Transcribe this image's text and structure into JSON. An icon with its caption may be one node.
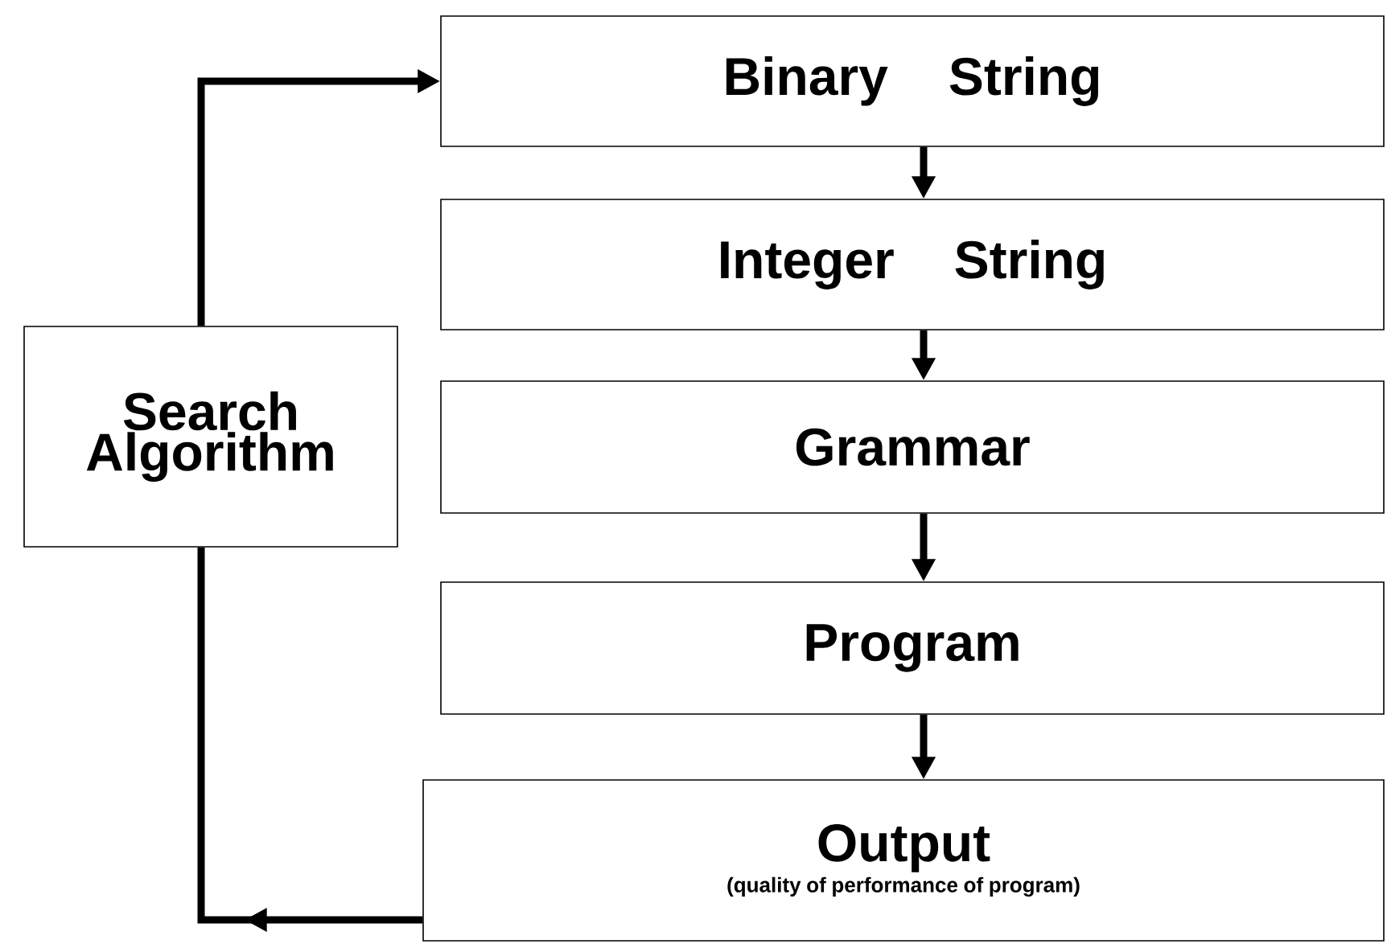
{
  "diagram": {
    "nodes": [
      {
        "text": [
          "Search Algorithm"
        ]
      },
      {
        "text": [
          "Binary String"
        ]
      },
      {
        "text": [
          "Integer String"
        ]
      },
      {
        "text": [
          "Grammar"
        ]
      },
      {
        "text": [
          "Program"
        ]
      },
      {
        "text": [
          "Output",
          "(quality of performance of program)"
        ]
      }
    ],
    "edges": [
      {
        "from": 0,
        "to": 1,
        "arrow": "to"
      },
      {
        "from": 1,
        "to": 2,
        "arrow": "to"
      },
      {
        "from": 2,
        "to": 3,
        "arrow": "to"
      },
      {
        "from": 3,
        "to": 4,
        "arrow": "to"
      },
      {
        "from": 4,
        "to": 5,
        "arrow": "to"
      },
      {
        "from": 5,
        "to": 0,
        "arrow": "to"
      }
    ]
  }
}
